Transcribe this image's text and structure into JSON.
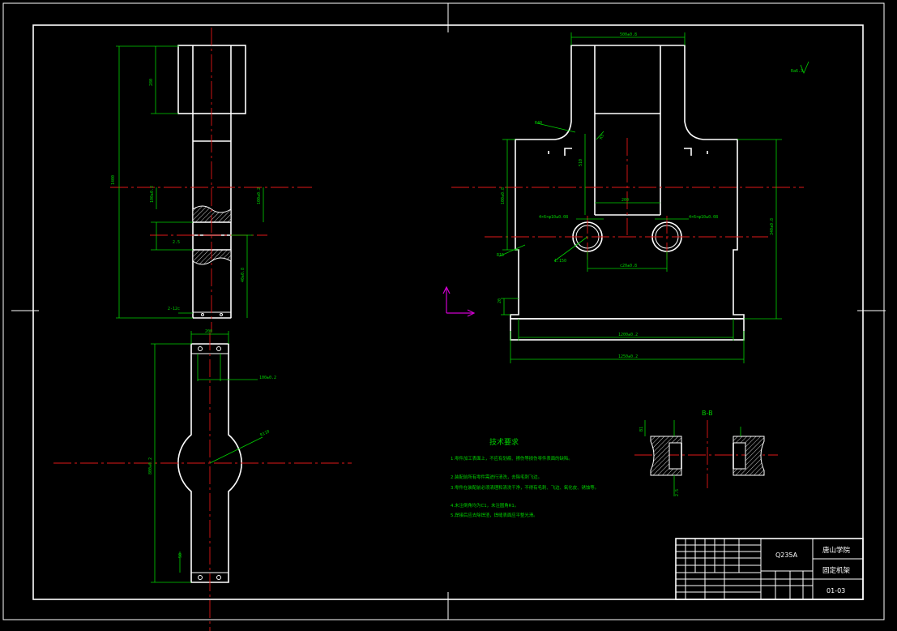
{
  "colors": {
    "background": "#000000",
    "outline": "#ffffff",
    "dimension": "#00d200",
    "centerline": "#e01818",
    "ucs_axis": "#d000d0"
  },
  "section_label": "B-B",
  "technical_requirements": {
    "title": "技术要求",
    "items": [
      "1.零件加工表面上，不应有划痕、擦伤等损伤零件表面的缺陷。",
      "2.装配前所有零件需进行清洗，去除毛刺飞边。",
      "3.零件在装配前必须清理和清洗干净，不得有毛刺、飞边、氧化皮、锈蚀等。",
      "4.未注倒角均为C1，未注圆角R1。",
      "5.焊接后应去除焊渣，焊缝表面应平整光滑。"
    ]
  },
  "title_block": {
    "material": "Q235A",
    "school": "唐山学院",
    "part_name": "固定机架",
    "drawing_number": "01-03"
  },
  "dimension_labels": {
    "top_width": "500±0.8",
    "base_inner": "1200±0.2",
    "base_outer": "1250±0.2",
    "hole_spacing": "c20±0.8",
    "left_height": "1400",
    "bottom_width": "200",
    "bottom_height": "800±0.2",
    "bottom_right": "100±0.2",
    "radius": "R110"
  }
}
